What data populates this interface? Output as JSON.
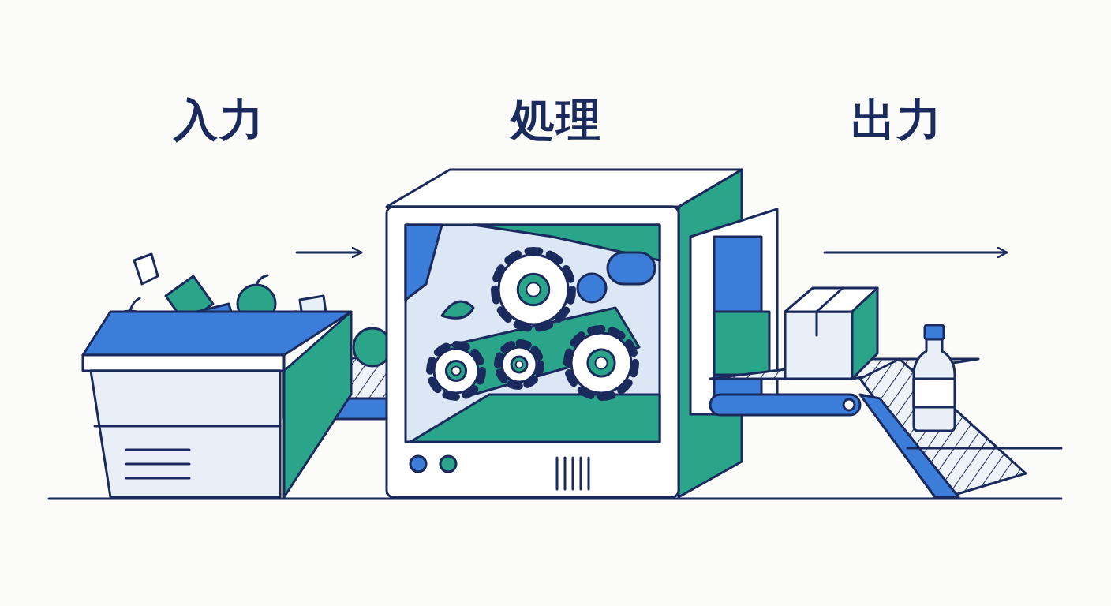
{
  "diagram": {
    "labels": [
      "入力",
      "処理",
      "出力"
    ]
  }
}
